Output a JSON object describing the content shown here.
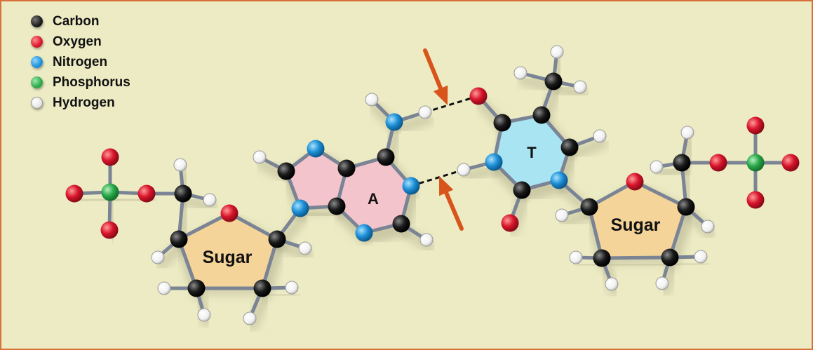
{
  "legend": {
    "items": [
      {
        "label": "Carbon",
        "color": "#1a1a1a"
      },
      {
        "label": "Oxygen",
        "color": "#d8142a"
      },
      {
        "label": "Nitrogen",
        "color": "#1e8fd6"
      },
      {
        "label": "Phosphorus",
        "color": "#2aa84a"
      },
      {
        "label": "Hydrogen",
        "color": "#ffffff"
      }
    ]
  },
  "labels": {
    "sugar_left": "Sugar",
    "adenine": "A",
    "thymine": "T",
    "sugar_right": "Sugar"
  },
  "colors": {
    "background": "#ecebc4",
    "border": "#d8703a",
    "bond": "#7a8494",
    "arrow": "#d8541a",
    "sugar_ring": "#f5d49a",
    "adenine_ring": "#f4c4cc",
    "thymine_ring": "#a8e4f2"
  }
}
